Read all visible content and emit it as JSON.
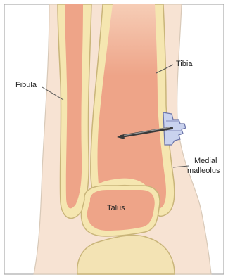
{
  "labels": {
    "tibia": "Tibia",
    "fibula": "Fibula",
    "medial_malleolus_line1": "Medial",
    "medial_malleolus_line2": "malleolus",
    "talus": "Talus"
  },
  "colors": {
    "skin": "#f7e3d3",
    "skin_outline": "#d8c9b8",
    "cortex": "#f5e6b0",
    "cortex_outline": "#c9b57a",
    "marrow": "#eea488",
    "marrow_light": "#f6cdb6",
    "foot_bone": "#f3e3b4",
    "screw_fill": "#c9d2ee",
    "screw_outline": "#6a73a8",
    "pin": "#3a3a3a",
    "leader": "#555555",
    "frame": "#a9a9a9"
  }
}
